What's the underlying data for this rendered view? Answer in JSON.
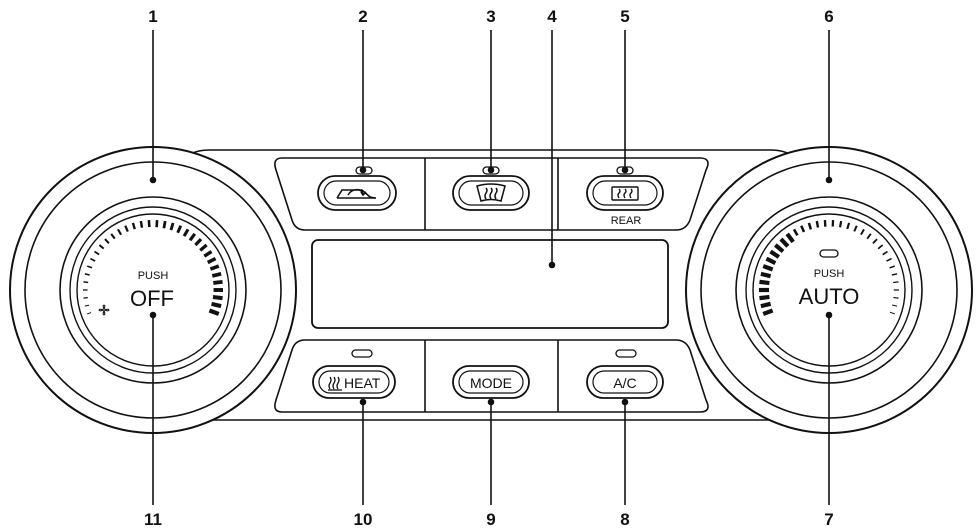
{
  "callouts": [
    "1",
    "2",
    "3",
    "4",
    "5",
    "6",
    "7",
    "8",
    "9",
    "10",
    "11"
  ],
  "left_knob": {
    "push": "PUSH",
    "label": "OFF",
    "icon": "fan-icon"
  },
  "right_knob": {
    "push": "PUSH",
    "label": "AUTO"
  },
  "buttons": {
    "recirculation": {
      "icon": "air-recirculation-icon"
    },
    "front_defrost": {
      "icon": "front-defroster-icon"
    },
    "rear_defrost": {
      "icon": "rear-defroster-icon",
      "label": "REAR"
    },
    "heat": {
      "icon": "heated-seat-icon",
      "label": "HEAT"
    },
    "mode": {
      "label": "MODE"
    },
    "ac": {
      "label": "A/C"
    }
  },
  "colors": {
    "line": "#111111",
    "background": "#ffffff"
  }
}
